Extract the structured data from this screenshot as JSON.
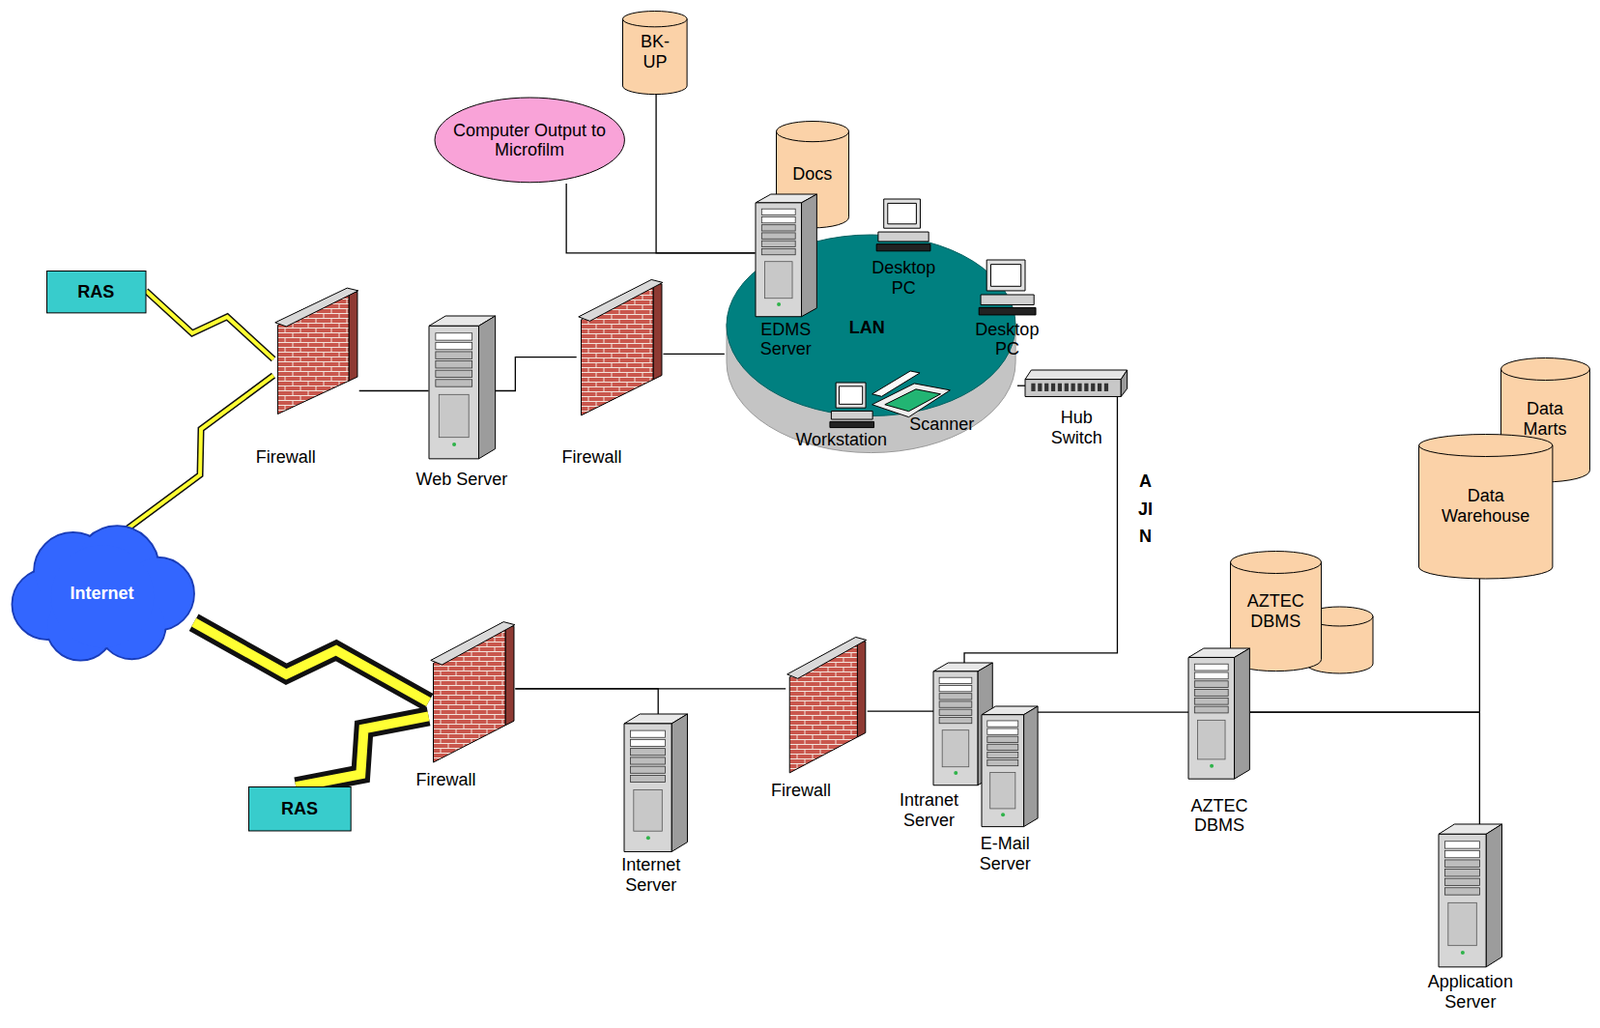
{
  "diagram": {
    "nodes": [
      {
        "text": [
          "BK-UP"
        ]
      },
      {
        "text": [
          "Computer Output to Microfilm"
        ]
      },
      {
        "text": [
          "Docs"
        ]
      },
      {
        "text": [
          "LAN"
        ]
      },
      {
        "text": [
          "EDMS Server"
        ],
        "in": 3
      },
      {
        "text": [
          "Desktop PC"
        ],
        "in": 3
      },
      {
        "text": [
          "Desktop PC"
        ],
        "in": 3
      },
      {
        "text": [
          "Workstation"
        ],
        "in": 3
      },
      {
        "text": [
          "Scanner"
        ],
        "in": 3
      },
      {
        "text": [
          "RAS"
        ]
      },
      {
        "text": [
          "Firewall"
        ]
      },
      {
        "text": [
          "Web Server"
        ]
      },
      {
        "text": [
          "Firewall"
        ]
      },
      {
        "text": [
          "Hub Switch"
        ]
      },
      {
        "text": [
          "Data Marts"
        ]
      },
      {
        "text": [
          "Data Warehouse"
        ]
      },
      {
        "text": [
          "Internet"
        ]
      },
      {
        "text": [
          "AZTEC DBMS"
        ]
      },
      {
        "text": [
          "Firewall"
        ]
      },
      {
        "text": [
          "Firewall"
        ]
      },
      {
        "text": [
          "Intranet Server"
        ]
      },
      {
        "text": [
          "E-Mail Server"
        ]
      },
      {
        "text": [
          "AZTEC DBMS"
        ]
      },
      {
        "text": [
          "RAS"
        ]
      },
      {
        "text": [
          "Internet Server"
        ]
      },
      {
        "text": [
          "Application Server"
        ]
      }
    ],
    "edges": [
      {
        "from": 9,
        "to": 10,
        "arrow": "none"
      },
      {
        "from": 16,
        "to": 10,
        "arrow": "none"
      },
      {
        "from": 10,
        "to": 11,
        "arrow": "none"
      },
      {
        "from": 11,
        "to": 12,
        "arrow": "none"
      },
      {
        "from": 12,
        "to": 3,
        "arrow": "none"
      },
      {
        "from": 3,
        "to": 13,
        "arrow": "none"
      },
      {
        "from": 13,
        "to": 20,
        "arrow": "none",
        "label": "AJIN"
      },
      {
        "from": 1,
        "to": 4,
        "arrow": "none"
      },
      {
        "from": 0,
        "to": 4,
        "arrow": "none"
      },
      {
        "from": 16,
        "to": 18,
        "arrow": "none"
      },
      {
        "from": 23,
        "to": 18,
        "arrow": "none"
      },
      {
        "from": 18,
        "to": 19,
        "arrow": "none"
      },
      {
        "from": 18,
        "to": 24,
        "arrow": "none"
      },
      {
        "from": 19,
        "to": 20,
        "arrow": "none"
      },
      {
        "from": 21,
        "to": 22,
        "arrow": "none"
      },
      {
        "from": 22,
        "to": 25,
        "arrow": "none"
      },
      {
        "from": 22,
        "to": 15,
        "arrow": "none"
      }
    ]
  }
}
